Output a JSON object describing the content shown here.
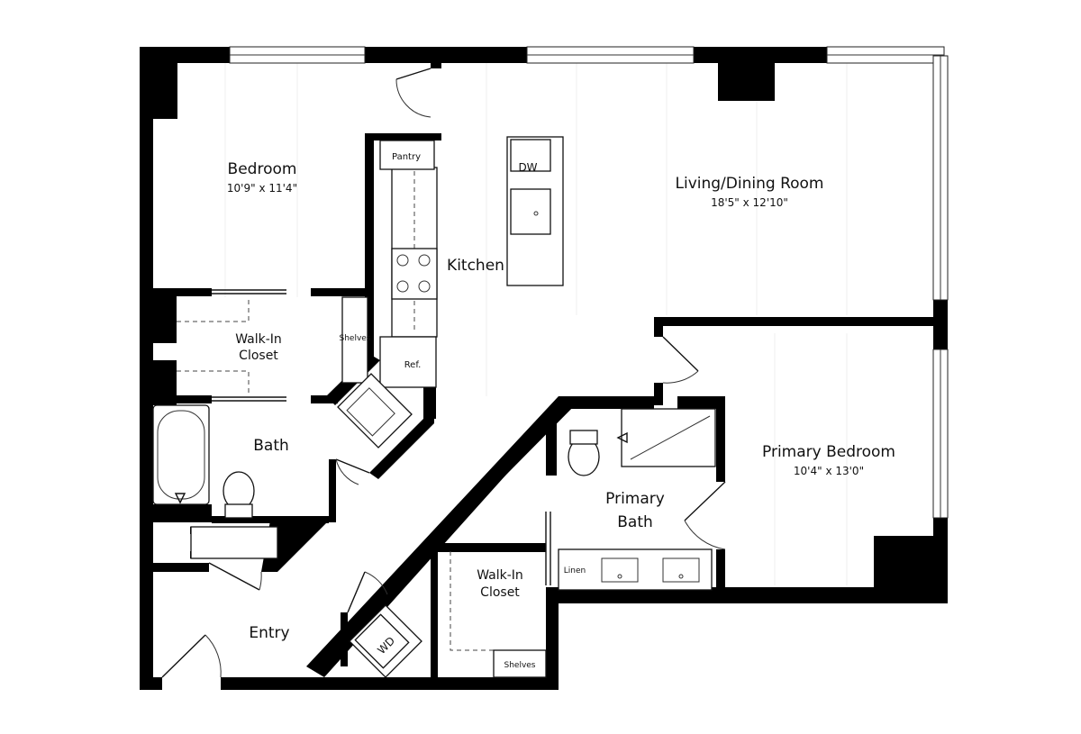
{
  "rooms": {
    "bedroom": {
      "name": "Bedroom",
      "dims": "10'9\" x 11'4\""
    },
    "living": {
      "name": "Living/Dining Room",
      "dims": "18'5\" x 12'10\""
    },
    "kitchen": {
      "name": "Kitchen"
    },
    "walkin_1": {
      "name_line1": "Walk-In",
      "name_line2": "Closet"
    },
    "bath": {
      "name": "Bath"
    },
    "primary_bedroom": {
      "name": "Primary Bedroom",
      "dims": "10'4\" x 13'0\""
    },
    "primary_bath": {
      "name_line1": "Primary",
      "name_line2": "Bath"
    },
    "walkin_2": {
      "name_line1": "Walk-In",
      "name_line2": "Closet"
    },
    "entry": {
      "name": "Entry"
    }
  },
  "fixtures": {
    "pantry": "Pantry",
    "dw": "DW",
    "ref": "Ref.",
    "shelves_1": "Shelves",
    "shelves_2": "Shelves",
    "linen": "Linen",
    "wd": "WD"
  }
}
